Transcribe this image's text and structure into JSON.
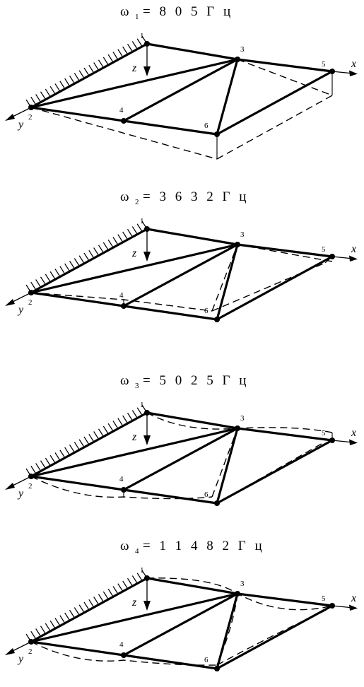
{
  "panels": [
    {
      "title": {
        "symbol": "ω",
        "index": "1",
        "value": "= 8 0 5   Г ц"
      },
      "nodes": [
        "1",
        "2",
        "3",
        "4",
        "5",
        "6"
      ],
      "axes": {
        "x": "x",
        "y": "y",
        "z": "z"
      }
    },
    {
      "title": {
        "symbol": "ω",
        "index": "2",
        "value": "= 3 6 3 2   Г ц"
      },
      "nodes": [
        "1",
        "2",
        "3",
        "4",
        "5",
        "6"
      ],
      "axes": {
        "x": "x",
        "y": "y",
        "z": "z"
      }
    },
    {
      "title": {
        "symbol": "ω",
        "index": "3",
        "value": "= 5 0 2 5   Г ц"
      },
      "nodes": [
        "1",
        "2",
        "3",
        "4",
        "5",
        "6"
      ],
      "axes": {
        "x": "x",
        "y": "y",
        "z": "z"
      }
    },
    {
      "title": {
        "symbol": "ω",
        "index": "4",
        "value": "= 1 1 4 8 2   Г ц"
      },
      "nodes": [
        "1",
        "2",
        "3",
        "4",
        "5",
        "6"
      ],
      "axes": {
        "x": "x",
        "y": "y",
        "z": "z"
      }
    }
  ]
}
